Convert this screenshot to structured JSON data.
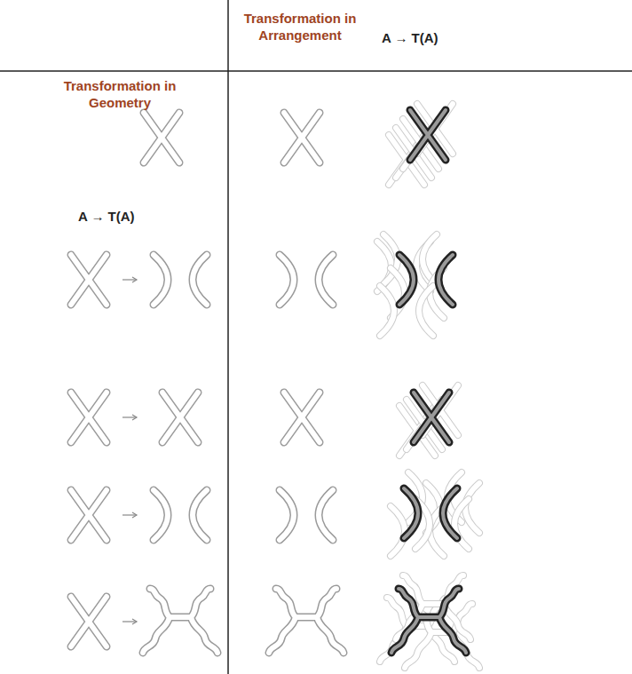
{
  "diagram": {
    "labels": [
      "Transformation in Arrangement",
      "A → T(A)",
      "Transformation in Geometry",
      "A → T(A)"
    ]
  }
}
